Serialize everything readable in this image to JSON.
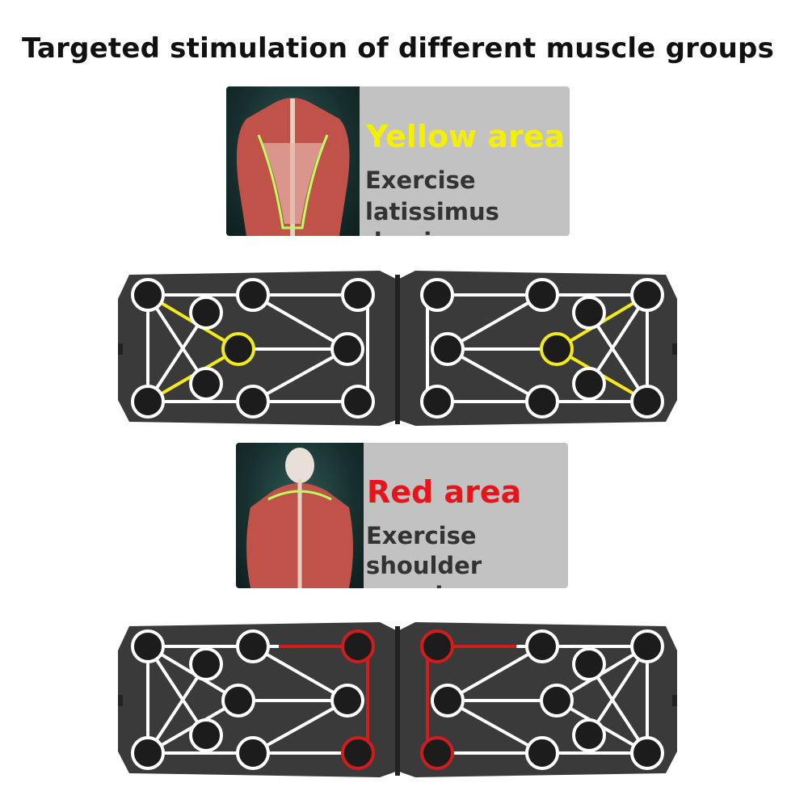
{
  "title": "Targeted stimulation of different muscle groups",
  "cards": [
    {
      "area_label": "Yellow area",
      "area_color": "#f5f000",
      "line1": "Exercise",
      "line2": "latissimus dorsi"
    },
    {
      "area_label": "Red area",
      "area_color": "#e8141b",
      "line1": "Exercise",
      "line2": "shoulder muscle"
    }
  ],
  "colors": {
    "board": "#3a3a3a",
    "hole": "#1c1c1c",
    "line": "#ffffff",
    "yellow": "#f2ea1a",
    "red": "#d01c1c"
  }
}
